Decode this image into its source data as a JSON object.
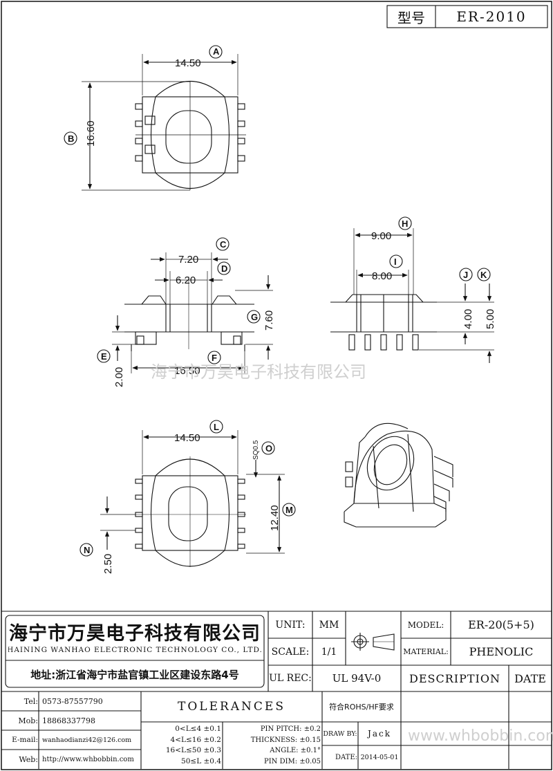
{
  "header": {
    "type_label": "型号",
    "type_value": "ER-2010"
  },
  "watermark": {
    "company": "海宁市万昊电子科技有限公司",
    "url": "www.whbobbin.com"
  },
  "views": {
    "top": {
      "width": "14.50",
      "height": "16.60",
      "label_a": "A",
      "label_b": "B"
    },
    "front": {
      "c_dim": "7.20",
      "d_dim": "6.20",
      "g_dim": "7.60",
      "e_dim": "2.00",
      "f_dim": "16.50",
      "label_c": "C",
      "label_d": "D",
      "label_g": "G",
      "label_e": "E",
      "label_f": "F"
    },
    "side": {
      "h_dim": "9.00",
      "i_dim": "8.00",
      "j_dim": "4.00",
      "k_dim": "5.00",
      "label_h": "H",
      "label_i": "I",
      "label_j": "J",
      "label_k": "K"
    },
    "bottom": {
      "l_dim": "14.50",
      "o_dim": "SQ0.5",
      "m_dim": "12.40",
      "n_dim": "2.50",
      "label_l": "L",
      "label_o": "O",
      "label_m": "M",
      "label_n": "N"
    }
  },
  "company": {
    "name_cn": "海宁市万昊电子科技有限公司",
    "name_en": "HAINING WANHAO ELECTRONIC TECHNOLOGY CO., LTD.",
    "address": "地址:浙江省海宁市盐官镇工业区建设东路4号"
  },
  "spec": {
    "unit_label": "UNIT:",
    "unit_value": "MM",
    "scale_label": "SCALE:",
    "scale_value": "1/1",
    "ulrec_label": "UL REC:",
    "ulrec_value": "UL 94V-0",
    "model_label": "MODEL:",
    "model_value": "ER-20(5+5)",
    "material_label": "MATERIAL:",
    "material_value": "PHENOLIC",
    "description_label": "DESCRIPTION",
    "date_label": "DATE"
  },
  "contact": [
    {
      "label": "Tel:",
      "value": "0573-87557790"
    },
    {
      "label": "Mob:",
      "value": "18868337798"
    },
    {
      "label": "E-mail:",
      "value": "wanhaodianzi42@126.com"
    },
    {
      "label": "Web:",
      "value": "http://www.whbobbin.com"
    }
  ],
  "tolerances": {
    "title": "TOLERANCES",
    "ranges": [
      "0<L≤4 ±0.1",
      "4<L≤16 ±0.2",
      "16<L≤50 ±0.3",
      "50≤L ±0.4"
    ],
    "pins": [
      "PIN PITCH: ±0.2",
      "THICKNESS: ±0.15",
      "ANGLE: ±0.1°",
      "PIN DIM: ±0.05"
    ]
  },
  "compliance": "符合ROHS/HF要求",
  "draw_by_label": "DRAW BY:",
  "draw_by_value": "Jack",
  "date_label2": "DATE:",
  "date_value": "2014-05-01"
}
